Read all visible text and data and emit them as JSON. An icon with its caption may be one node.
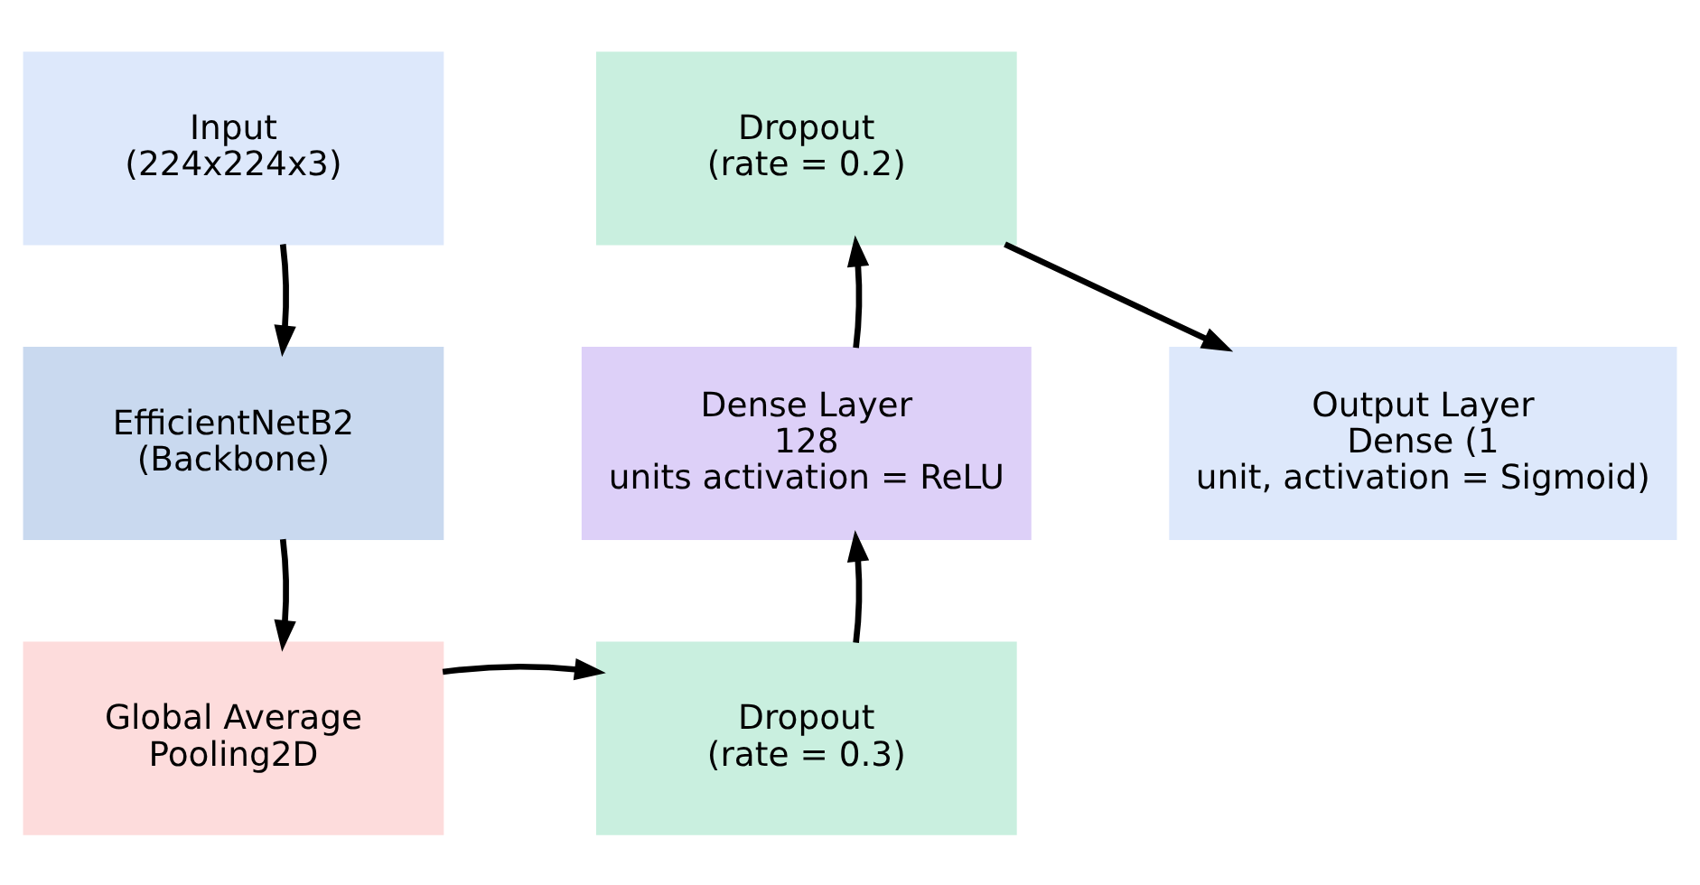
{
  "diagram": {
    "nodes": [
      {
        "text": [
          "Input (224x224x3)"
        ]
      },
      {
        "text": [
          "EfficientNetB2 (Backbone)"
        ]
      },
      {
        "text": [
          "Global Average Pooling2D"
        ]
      },
      {
        "text": [
          "Dropout (rate = 0.3)"
        ]
      },
      {
        "text": [
          "Dense Layer 128 units activation = ReLU"
        ]
      },
      {
        "text": [
          "Dropout (rate = 0.2)"
        ]
      },
      {
        "text": [
          "Output Layer Dense (1 unit, activation = Sigmoid)"
        ]
      }
    ],
    "edges": [
      {
        "from": 0,
        "to": 1,
        "arrow": "to"
      },
      {
        "from": 1,
        "to": 2,
        "arrow": "to"
      },
      {
        "from": 2,
        "to": 3,
        "arrow": "to"
      },
      {
        "from": 3,
        "to": 4,
        "arrow": "to"
      },
      {
        "from": 4,
        "to": 5,
        "arrow": "to"
      },
      {
        "from": 5,
        "to": 6,
        "arrow": "to"
      }
    ]
  }
}
